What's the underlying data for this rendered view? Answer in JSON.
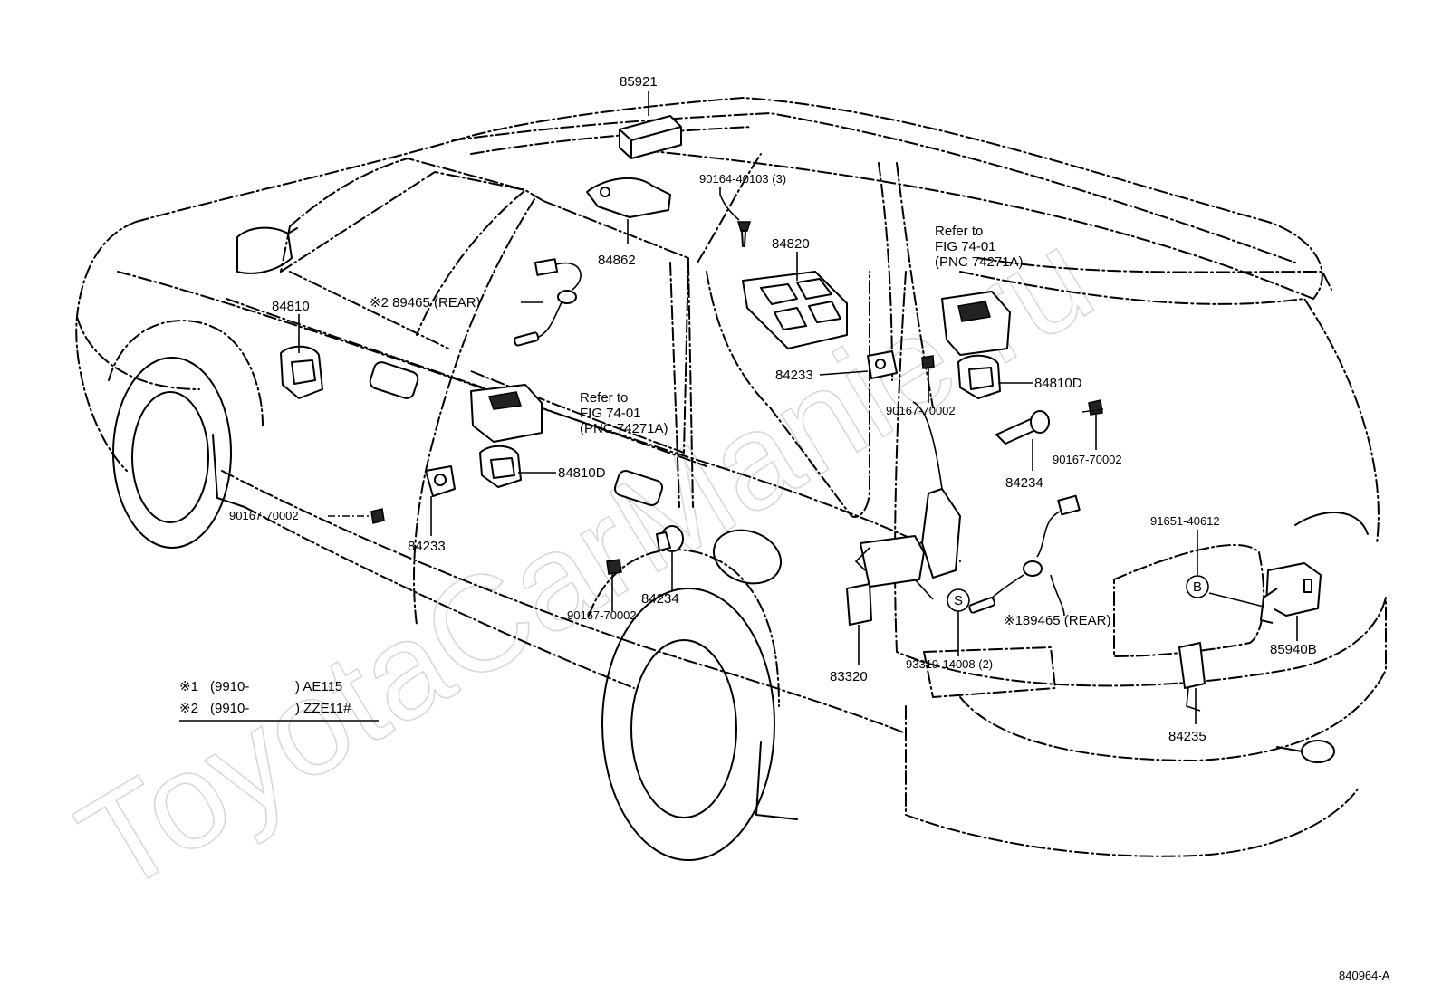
{
  "watermark": "ToyotaCarManie.ru",
  "figure_code": "840964-A",
  "part_labels": {
    "p85921": "85921",
    "p84862": "84862",
    "p90164": "90164-40103 (3)",
    "p84820": "84820",
    "p84810": "84810",
    "p89465_front": "※2 89465 (REAR)",
    "p84233_right": "84233",
    "p90167_a": "90167-70002",
    "p84810D_right": "84810D",
    "p90167_b": "90167-70002",
    "p84234_right": "84234",
    "p84810D_left": "84810D",
    "p90167_left": "90167-70002",
    "p84233_left": "84233",
    "p90167_bottom": "90167-70002",
    "p84234_bottom": "84234",
    "p91651": "91651-40612",
    "p89465_rear": "※189465 (REAR)",
    "p83320": "83320",
    "p93319": "93319-14008 (2)",
    "p85940B": "85940B",
    "p84235": "84235"
  },
  "refer_right": {
    "line1": "Refer to",
    "line2": "FIG 74-01",
    "line3": "(PNC 74271A)"
  },
  "refer_left": {
    "line1": "Refer to",
    "line2": "FIG 74-01",
    "line3": "(PNC 74271A)"
  },
  "markers": {
    "s": "S",
    "b": "B"
  },
  "notes": [
    {
      "mark": "※1",
      "range": "(9910-",
      "model": ") AE115"
    },
    {
      "mark": "※2",
      "range": "(9910-",
      "model": ") ZZE11#"
    }
  ]
}
